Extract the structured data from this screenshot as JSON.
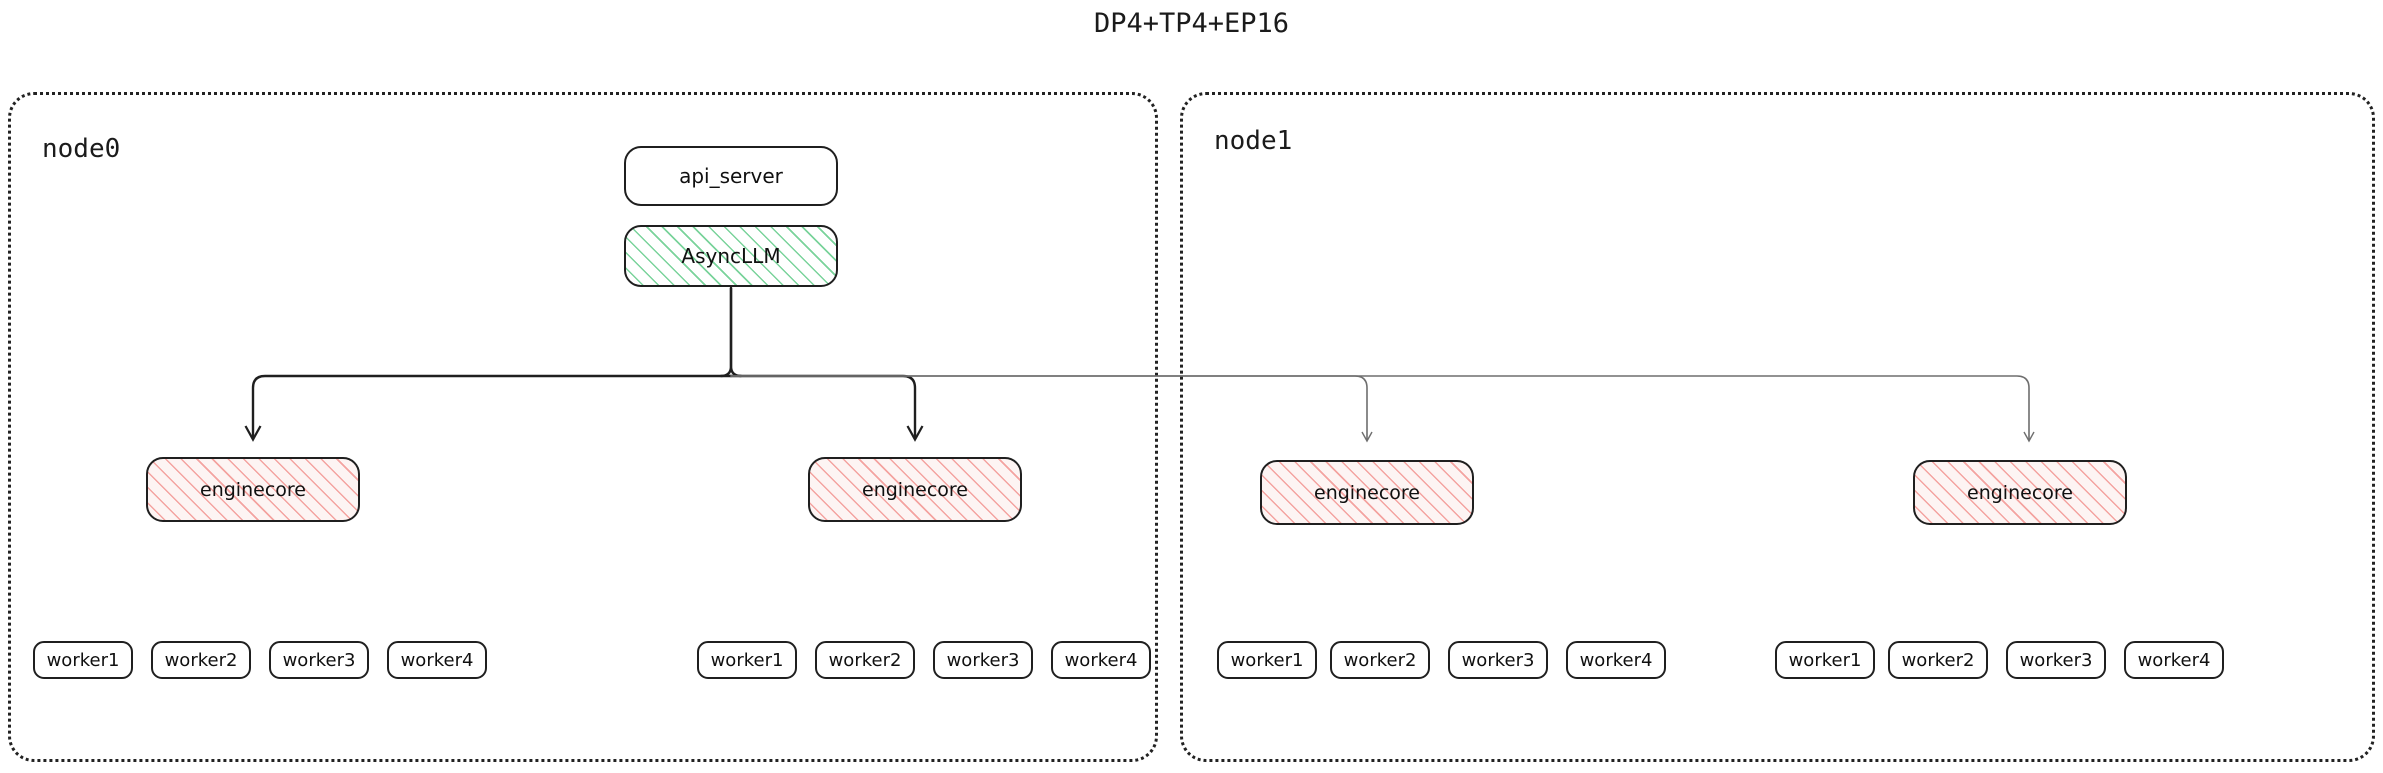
{
  "title": "DP4+TP4+EP16",
  "colors": {
    "background": "#ffffff",
    "text": "#101010",
    "node_border": "#222222",
    "box_border": "#1f1f1f",
    "hatch_green": "#7ad39b",
    "hatch_pink": "#f4a3a0",
    "enginecore_fill": "#fdf4f3",
    "edge_dark": "#1f1f1f",
    "edge_light": "#6e6e6e"
  },
  "nodes": [
    {
      "id": "node0",
      "label": "node0",
      "boxes": {
        "api_server": "api_server",
        "async_llm": "AsyncLLM"
      },
      "enginecores": [
        {
          "label": "enginecore",
          "workers": [
            "worker1",
            "worker2",
            "worker3",
            "worker4"
          ]
        },
        {
          "label": "enginecore",
          "workers": [
            "worker1",
            "worker2",
            "worker3",
            "worker4"
          ]
        }
      ]
    },
    {
      "id": "node1",
      "label": "node1",
      "enginecores": [
        {
          "label": "enginecore",
          "workers": [
            "worker1",
            "worker2",
            "worker3",
            "worker4"
          ]
        },
        {
          "label": "enginecore",
          "workers": [
            "worker1",
            "worker2",
            "worker3",
            "worker4"
          ]
        }
      ]
    }
  ]
}
